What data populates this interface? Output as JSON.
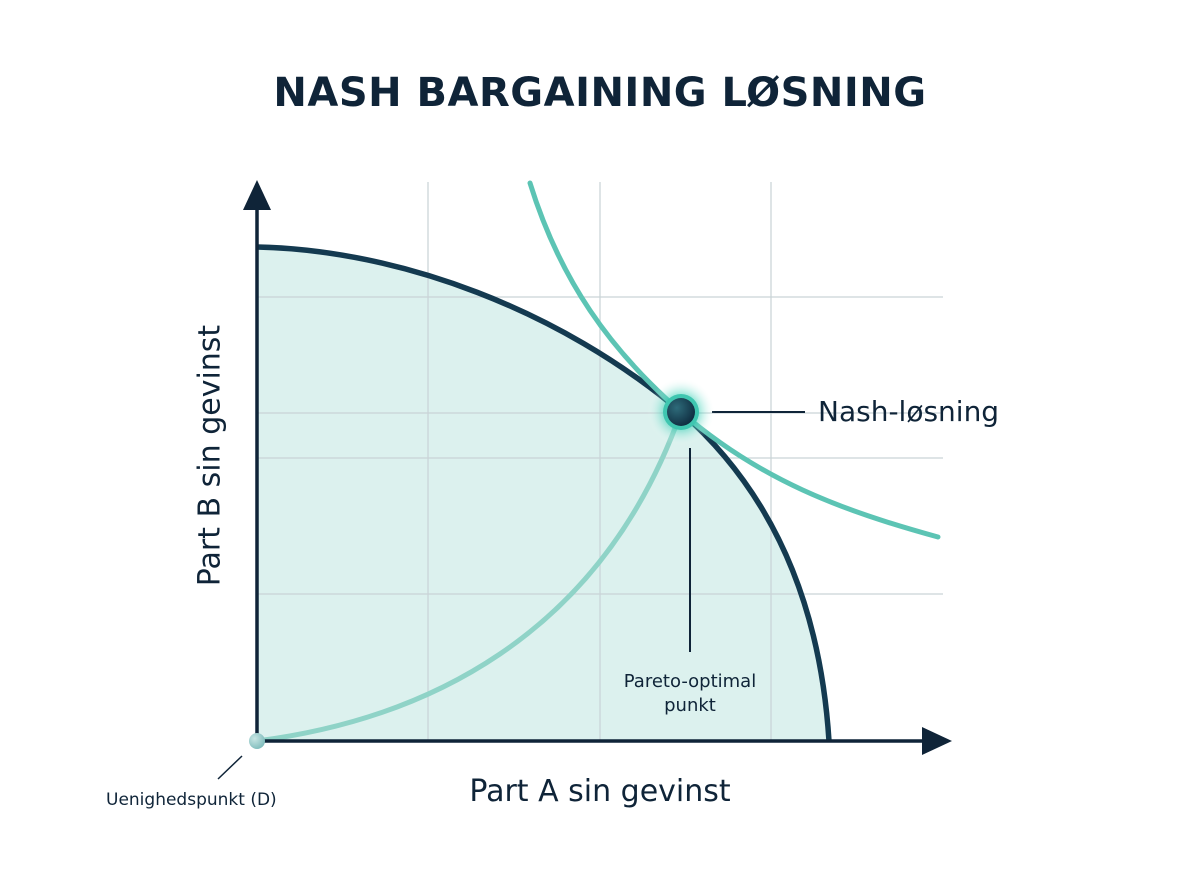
{
  "title": "NASH BARGAINING LØSNING",
  "axes": {
    "x_label": "Part A sin gevinst",
    "y_label": "Part B sin gevinst"
  },
  "annotations": {
    "nash_solution": "Nash-løsning",
    "pareto_point_line1": "Pareto-optimal",
    "pareto_point_line2": "punkt",
    "disagreement_point": "Uenighedspunkt (D)"
  },
  "colors": {
    "dark_navy": "#0f2438",
    "frontier": "#143a50",
    "teal": "#5cc4b4",
    "light_teal": "#8fd3c7",
    "region_fill": "#dcf1ee",
    "grid": "#c9d3d6"
  },
  "chart_data": {
    "type": "diagram",
    "title": "NASH BARGAINING LØSNING",
    "xlabel": "Part A sin gevinst",
    "ylabel": "Part B sin gevinst",
    "grid": true,
    "elements": [
      {
        "name": "Pareto frontier (feasible set boundary)",
        "shape": "concave curve from y-axis top to x-axis right",
        "fill": "feasible region shaded light teal"
      },
      {
        "name": "Nash product level curve",
        "shape": "convex hyperbola tangent to frontier at Nash solution"
      },
      {
        "name": "Path from disagreement point",
        "shape": "curve from D to Nash solution"
      },
      {
        "name": "Nash-løsning",
        "type": "point",
        "position": "tangency of hyperbola and frontier"
      },
      {
        "name": "Uenighedspunkt (D)",
        "type": "point",
        "position": "origin"
      },
      {
        "name": "Pareto-optimal punkt",
        "type": "annotation",
        "points_to": "Nash solution"
      }
    ]
  }
}
